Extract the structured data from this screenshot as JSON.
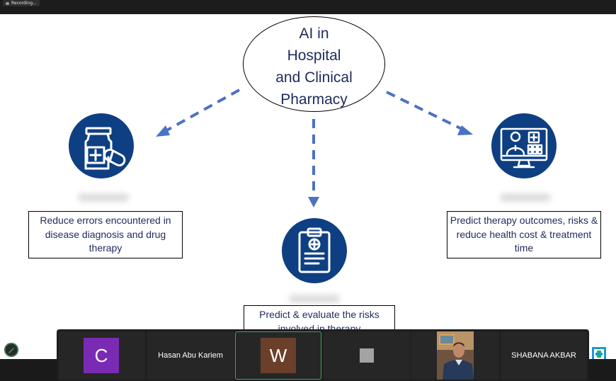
{
  "recording": {
    "label": "Recording..."
  },
  "slide": {
    "title": "AI in\nHospital\nand Clinical\nPharmacy",
    "left_box": "Reduce errors encountered in disease diagnosis and drug therapy",
    "right_box": "Predict therapy outcomes, risks & reduce health cost & treatment time",
    "center_box": "Predict & evaluate the risks involved in therapy",
    "icons": {
      "left": "medicine-bottle-icon",
      "center": "clipboard-icon",
      "right": "telemedicine-doctor-icon"
    },
    "colors": {
      "accent": "#4a72c4",
      "icon_bg": "#0e3f82",
      "text": "#1f2a5c"
    }
  },
  "participants": [
    {
      "initial": "C",
      "color": "#7a2bb3"
    },
    {
      "name": "Hasan Abu Kariem"
    },
    {
      "initial": "W",
      "color": "#6b3f2a",
      "active": true
    },
    {
      "placeholder": true
    },
    {
      "video": true
    },
    {
      "name": "SHABANA AKBAR"
    }
  ]
}
